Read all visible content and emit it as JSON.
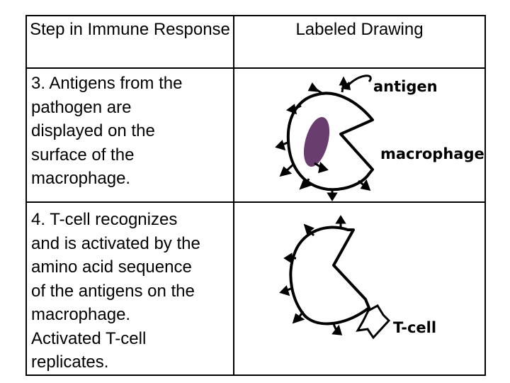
{
  "header": {
    "step_label": "Step in Immune Response",
    "drawing_label": "Labeled Drawing"
  },
  "rows": [
    {
      "step_text": "3. Antigens from the\npathogen are\ndisplayed on the\nsurface of the\nmacrophage.",
      "labels": {
        "antigen": "antigen",
        "macrophage": "macrophage"
      }
    },
    {
      "step_text": "4. T-cell recognizes\nand is activated by the\namino acid sequence\nof the antigens on the\nmacrophage.\nActivated T-cell\nreplicates.",
      "labels": {
        "tcell": "T-cell"
      }
    }
  ],
  "colors": {
    "antigen_fill": "#6a3d6f",
    "line": "#000000"
  }
}
